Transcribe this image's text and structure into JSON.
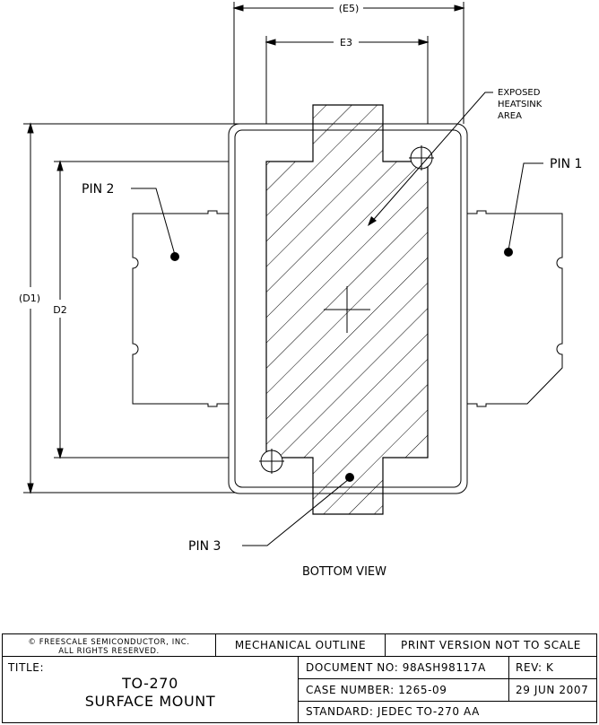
{
  "drawing": {
    "labels": {
      "e5": "(E5)",
      "e3": "E3",
      "d1": "(D1)",
      "d2": "D2",
      "pin1": "PIN 1",
      "pin2": "PIN 2",
      "pin3": "PIN 3",
      "heatsink_line1": "EXPOSED",
      "heatsink_line2": "HEATSINK",
      "heatsink_line3": "AREA",
      "view": "BOTTOM VIEW"
    }
  },
  "title_block": {
    "copyright_line1": "© FREESCALE SEMICONDUCTOR, INC.",
    "copyright_line2": "ALL RIGHTS RESERVED.",
    "outline": "MECHANICAL OUTLINE",
    "print_note": "PRINT VERSION NOT TO SCALE",
    "title_label": "TITLE:",
    "title_line1": "TO-270",
    "title_line2": "SURFACE MOUNT",
    "document_no": "DOCUMENT NO: 98ASH98117A",
    "rev": "REV: K",
    "case_number": "CASE NUMBER: 1265-09",
    "date": "29 JUN 2007",
    "standard": "STANDARD: JEDEC TO-270 AA"
  }
}
